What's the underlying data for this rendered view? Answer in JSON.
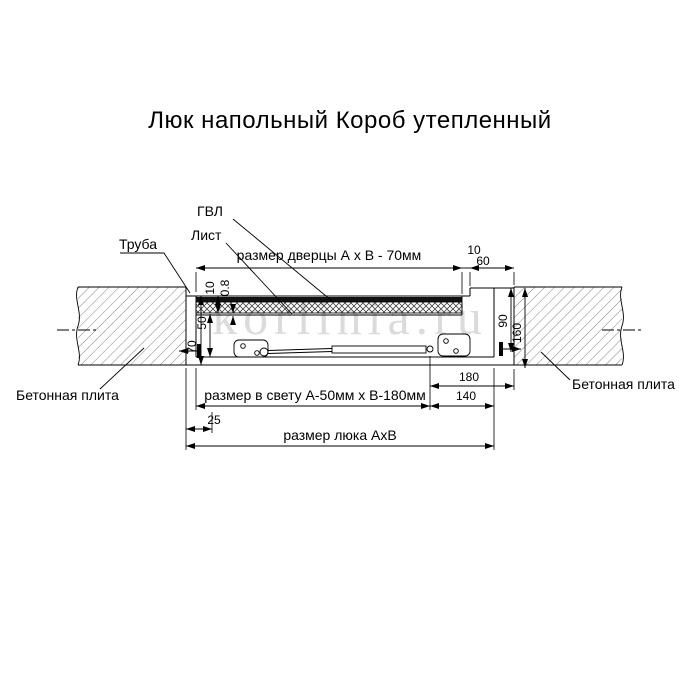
{
  "title": "Люк напольный Короб утепленный",
  "watermark": "korlinia.ru",
  "colors": {
    "ink": "#000000",
    "watermark": "#bfbfbf"
  },
  "callouts": {
    "gvl": "ГВЛ",
    "sheet": "Лист",
    "pipe": "Труба",
    "concrete_left": "Бетонная плита",
    "concrete_right": "Бетонная плита"
  },
  "dimensions": {
    "door_size": "размер дверцы А х В - 70мм",
    "gap_10": "10",
    "frame_60": "60",
    "layer_10": "10",
    "sheet_08": "0.8",
    "depth_50": "50",
    "height_70": "70",
    "right_90": "90",
    "right_160": "160",
    "bottom_180": "180",
    "bottom_140": "140",
    "clear_size": "размер в свету А-50мм х В-180мм",
    "offset_25": "25",
    "hatch_size": "размер люка АхВ"
  }
}
